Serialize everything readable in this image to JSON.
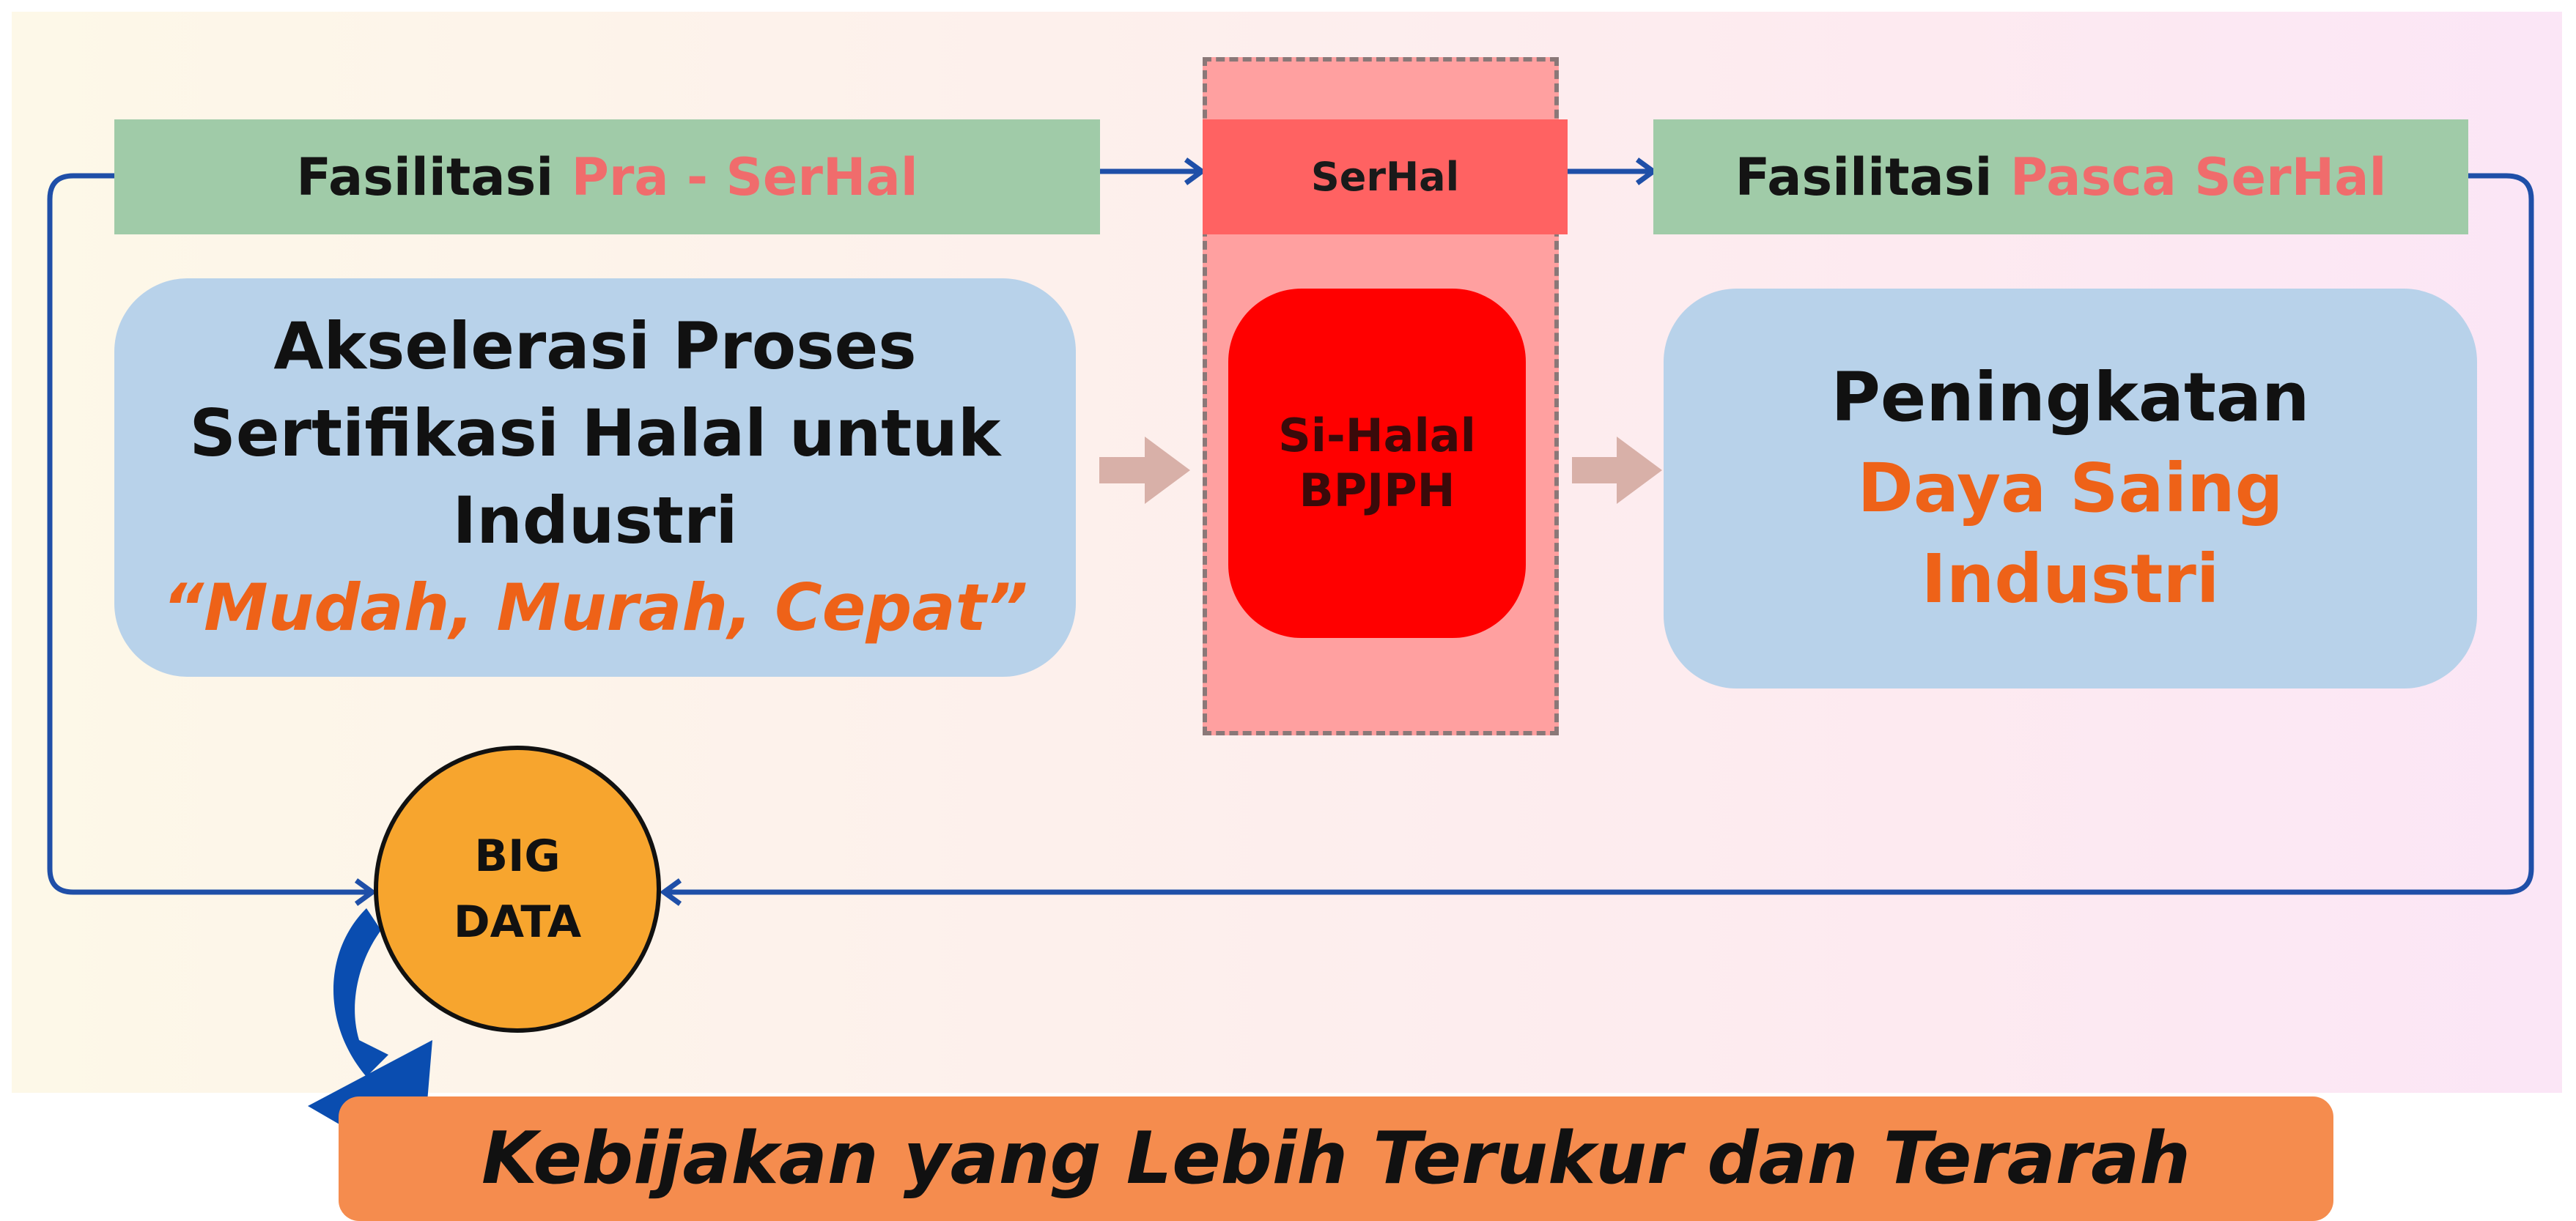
{
  "pra_header": {
    "prefix": "Fasilitasi ",
    "accent": "Pra - SerHal"
  },
  "serhal_label": "SerHal",
  "pasca_header": {
    "prefix": "Fasilitasi ",
    "accent": "Pasca SerHal"
  },
  "left_box": {
    "lines": [
      "Akselerasi Proses",
      "Sertifikasi Halal untuk",
      "Industri"
    ],
    "tagline": "“Mudah, Murah, Cepat”"
  },
  "center_box": {
    "lines": [
      "Si-Halal",
      "BPJPH"
    ]
  },
  "right_box": {
    "line1": "Peningkatan",
    "line2": "Daya Saing",
    "line3": "Industri"
  },
  "big_data": {
    "lines": [
      "BIG",
      "DATA"
    ]
  },
  "banner": "Kebijakan yang Lebih Terukur dan Terarah",
  "colors": {
    "header_green": "#a0cba8",
    "accent_red": "#f06c6c",
    "box_blue": "#b8d2ea",
    "highlight_orange": "#ee6218",
    "serhal_red": "#ff6262",
    "sihalal_red": "#ff0000",
    "bigdata_orange": "#f7a52e",
    "banner_orange": "#f58c4e",
    "connector_blue": "#1f4fa8"
  }
}
